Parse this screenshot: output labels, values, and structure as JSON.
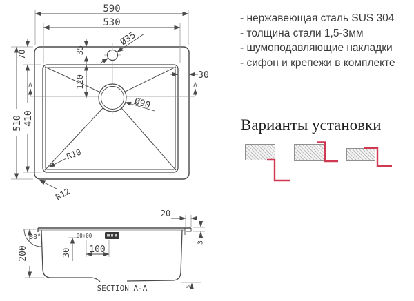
{
  "features": {
    "items": [
      "- нержавеющая сталь SUS 304",
      "- толщина стали 1,5-3мм",
      "- шумоподавляющие накладки",
      "- сифон и крепежи в комплекте"
    ]
  },
  "installation_title": "Варианты установки",
  "top_view": {
    "overall_width": "590",
    "bowl_width": "530",
    "overall_depth": "510",
    "bowl_depth": "410",
    "deck_width": "70",
    "faucet_offset": "35",
    "drain_offset": "120",
    "faucet_hole_dia": "Ø35",
    "drain_dia": "Ø90",
    "side_margin": "30",
    "bowl_corner_radius": "R10",
    "outer_corner_radius": "R12",
    "section_marker": "A"
  },
  "section_view": {
    "caption": "SECTION A-A",
    "depth": "200",
    "wall_angle": "88°",
    "rim_width": "20",
    "rim_thickness": "3",
    "emboss_offset": "30",
    "emboss_spacing": "100",
    "emboss_mark": "00+00",
    "bottom_step": "5"
  },
  "colors": {
    "accent_red": "#cf3a52",
    "line": "#4a4a4a"
  }
}
